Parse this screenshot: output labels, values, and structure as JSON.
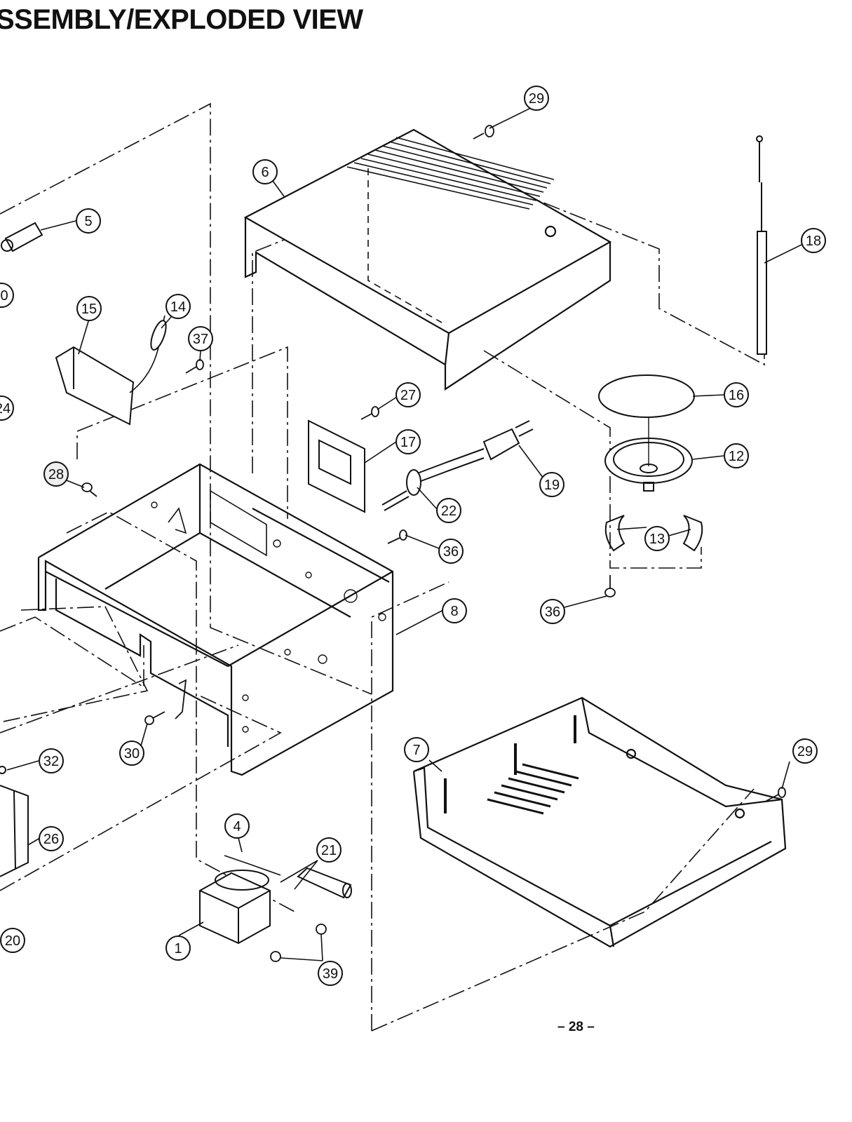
{
  "header": {
    "title": "SSEMBLY/EXPLODED VIEW"
  },
  "footer": {
    "page_number": "– 28 –"
  },
  "callouts": [
    "29",
    "6",
    "5",
    "18",
    "15",
    "14",
    "37",
    "0",
    "24",
    "27",
    "17",
    "16",
    "19",
    "12",
    "28",
    "22",
    "36",
    "13",
    "8",
    "36",
    "30",
    "7",
    "29",
    "32",
    "26",
    "4",
    "21",
    "1",
    "39",
    "20"
  ],
  "colors": {
    "ink": "#111111",
    "paper": "#ffffff"
  }
}
